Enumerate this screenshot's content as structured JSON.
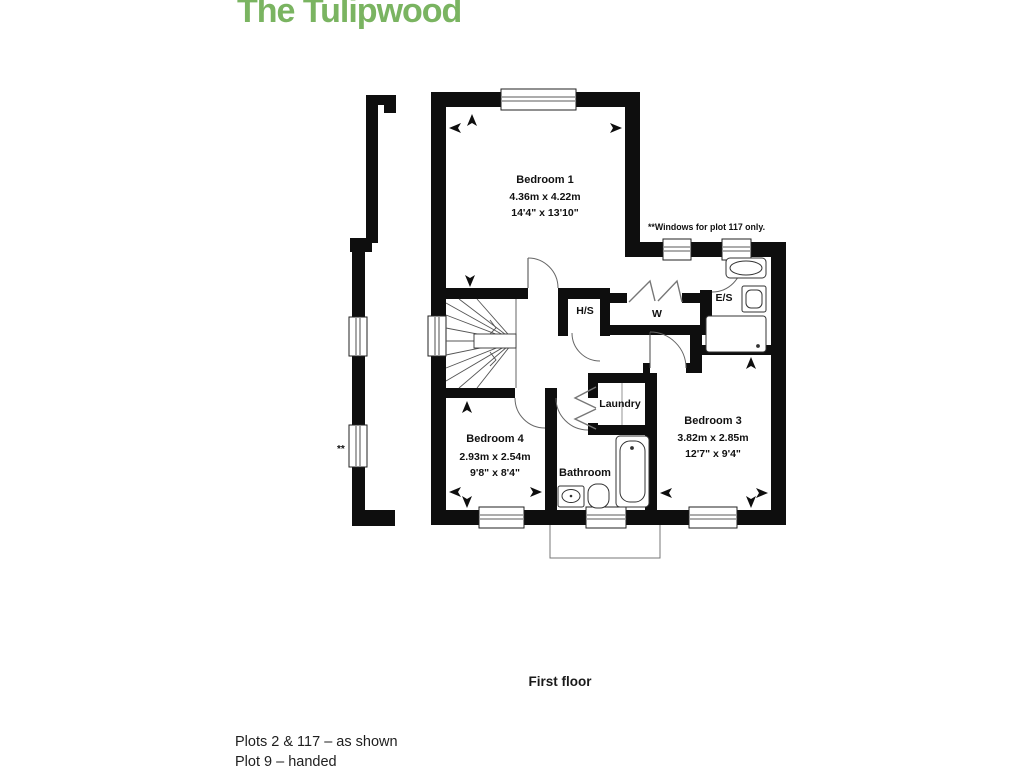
{
  "title": {
    "text": "The Tulipwood"
  },
  "plan": {
    "floor_label": "First floor",
    "note": "**Windows for plot 117 only.",
    "neighbor_marker": "**",
    "rooms": {
      "bedroom1": {
        "name": "Bedroom 1",
        "metric": "4.36m x 4.22m",
        "imperial": "14'4\" x 13'10\""
      },
      "bedroom3": {
        "name": "Bedroom 3",
        "metric": "3.82m x 2.85m",
        "imperial": "12'7\" x 9'4\""
      },
      "bedroom4": {
        "name": "Bedroom 4",
        "metric": "2.93m x 2.54m",
        "imperial": "9'8\" x 8'4\""
      },
      "bathroom": {
        "name": "Bathroom"
      },
      "laundry": {
        "name": "Laundry"
      },
      "hs": {
        "name": "H/S"
      },
      "wardrobe": {
        "name": "W"
      },
      "ensuite": {
        "name": "E/S"
      }
    }
  },
  "footer": {
    "line1": "Plots 2 & 117 – as shown",
    "line2": "Plot 9 – handed"
  },
  "colors": {
    "accent_green": "#7ab461",
    "walls": "#0e0e0e",
    "text": "#1a1a1a"
  }
}
